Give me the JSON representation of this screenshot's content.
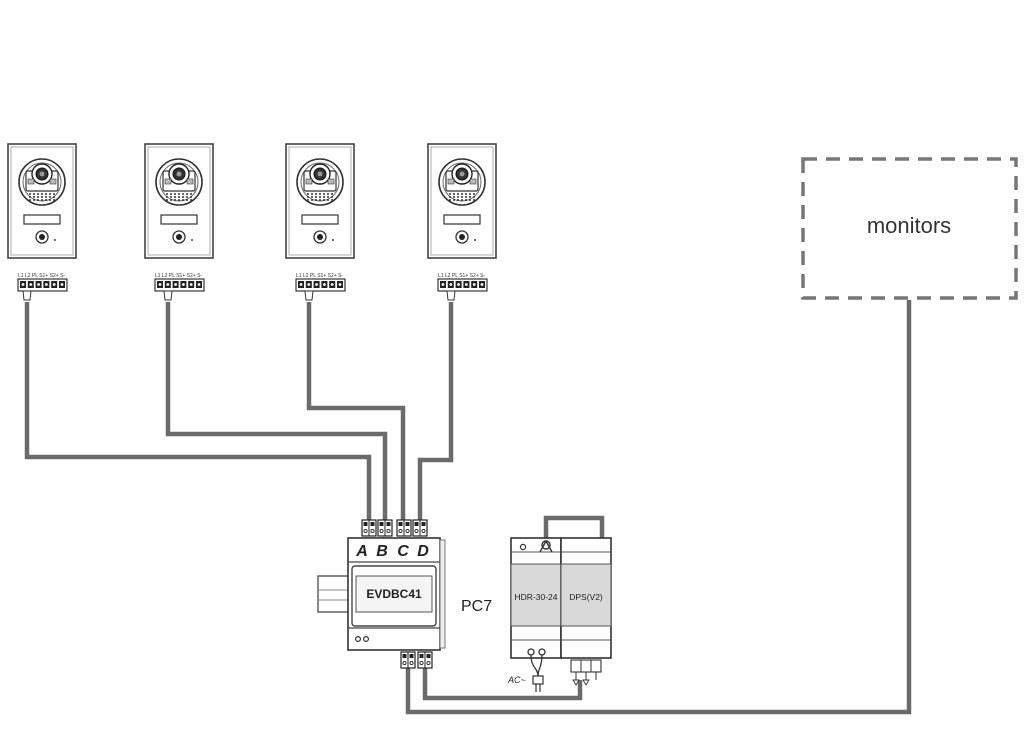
{
  "door_stations": [
    {
      "id": "door-station-1",
      "terminal_labels": "L1 L2 PL S1+ S2+ S-"
    },
    {
      "id": "door-station-2",
      "terminal_labels": "L1 L2 PL S1+ S2+ S-"
    },
    {
      "id": "door-station-3",
      "terminal_labels": "L1 L2 PL S1+ S2+ S-"
    },
    {
      "id": "door-station-4",
      "terminal_labels": "L1 L2 PL S1+ S2+ S-"
    }
  ],
  "controller": {
    "model": "EVDBC41",
    "ports": [
      "A",
      "B",
      "C",
      "D"
    ]
  },
  "power_supply": {
    "label": "PC7",
    "modules": [
      "HDR-30-24",
      "DPS(V2)"
    ],
    "ac_label": "AC~"
  },
  "monitors_box": {
    "label": "monitors"
  },
  "colors": {
    "wire": "#6b6b6b",
    "outline": "#555555",
    "dashed_box": "#777777"
  }
}
